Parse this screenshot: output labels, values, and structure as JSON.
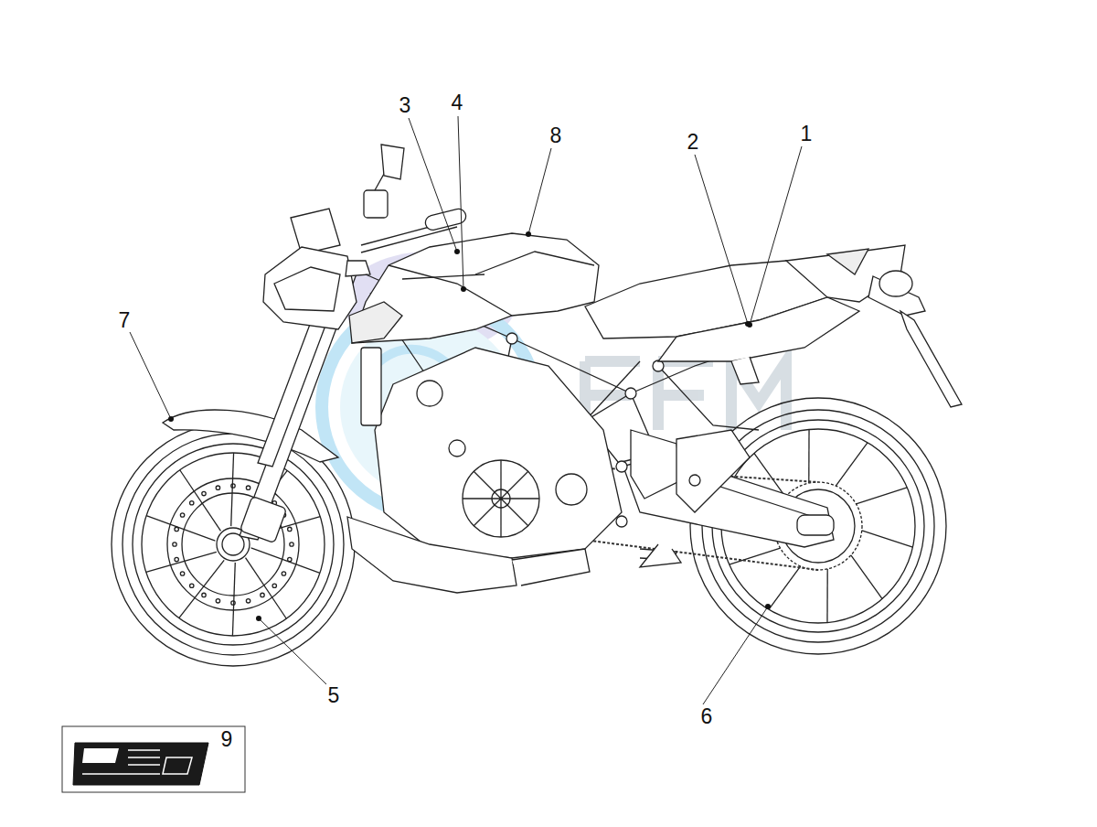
{
  "diagram": {
    "labels": [
      "3",
      "4",
      "8",
      "2",
      "1",
      "7",
      "5",
      "6",
      "9"
    ]
  }
}
